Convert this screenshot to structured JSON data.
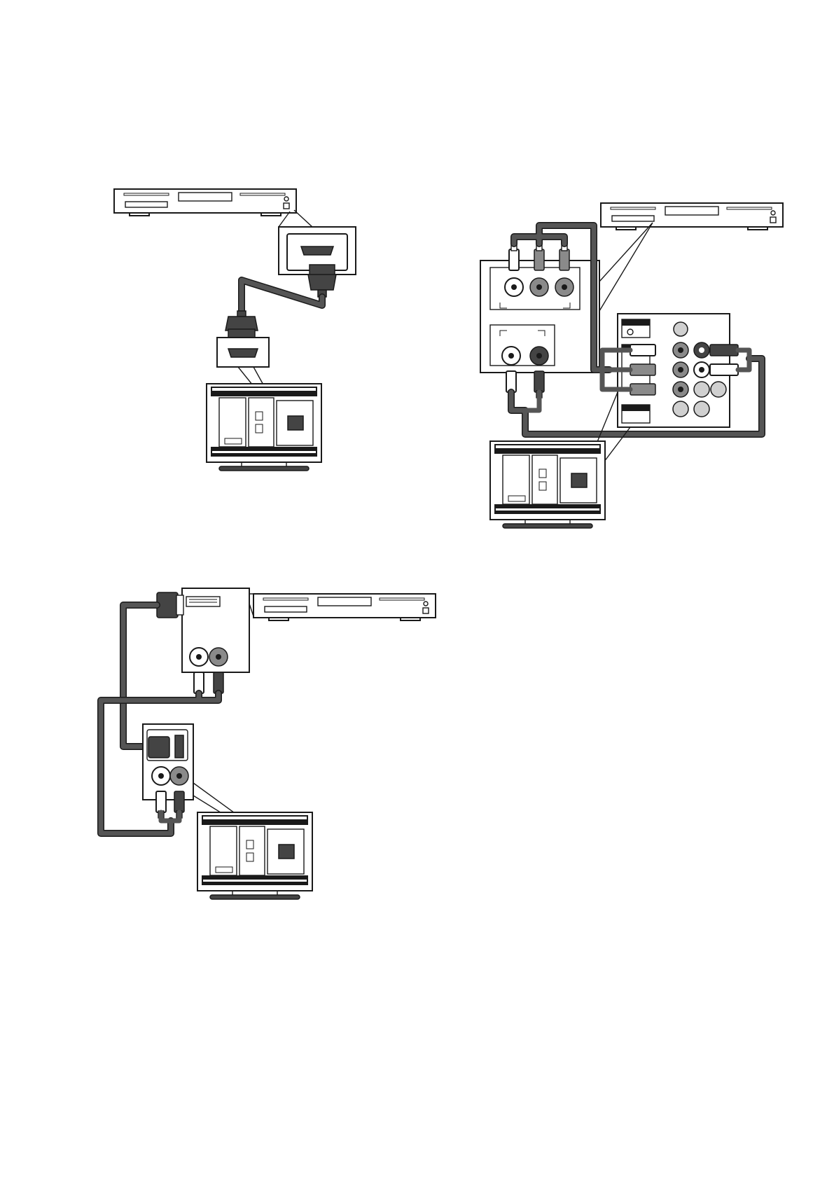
{
  "page": {
    "background": "#ffffff",
    "line_color": "#1a1a1a",
    "cable_color": "#555555"
  },
  "figures": [
    {
      "id": "hdmi-connection",
      "devices": [
        "source-player",
        "tv-rear-panel"
      ],
      "cable": "hdmi-cable"
    },
    {
      "id": "component-connection",
      "devices": [
        "source-player",
        "tv-rear-panel"
      ],
      "cables": [
        "component-video-cable",
        "audio-cable"
      ]
    },
    {
      "id": "dvi-hdmi-connection",
      "devices": [
        "source-player",
        "tv-rear-panel"
      ],
      "cables": [
        "dvi-to-hdmi-cable",
        "audio-cable"
      ]
    }
  ]
}
